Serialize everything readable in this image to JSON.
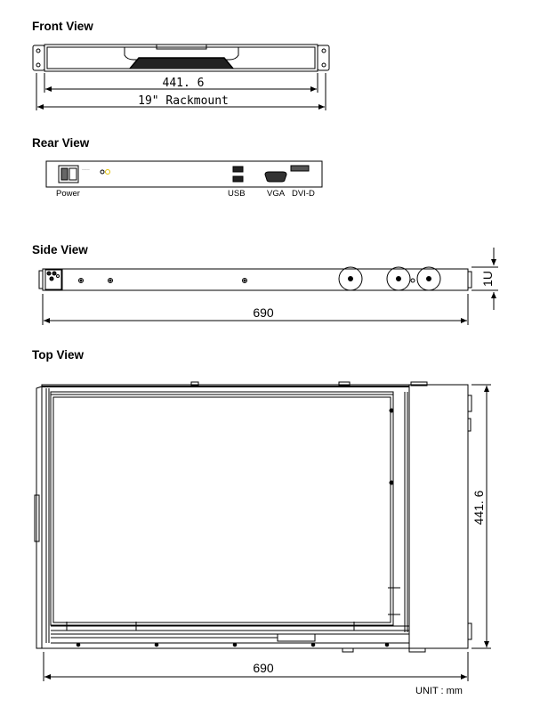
{
  "sections": {
    "front": "Front View",
    "rear": "Rear View",
    "side": "Side View",
    "top": "Top View"
  },
  "front_view": {
    "inner_width": "441. 6",
    "overall_width": "19\" Rackmount"
  },
  "rear_view": {
    "power_label": "Power",
    "usb_label": "USB",
    "vga_label": "VGA",
    "dvi_label": "DVI-D"
  },
  "side_view": {
    "length": "690",
    "height": "1U"
  },
  "top_view": {
    "length": "690",
    "width": "441. 6"
  },
  "unit": "UNIT : mm"
}
